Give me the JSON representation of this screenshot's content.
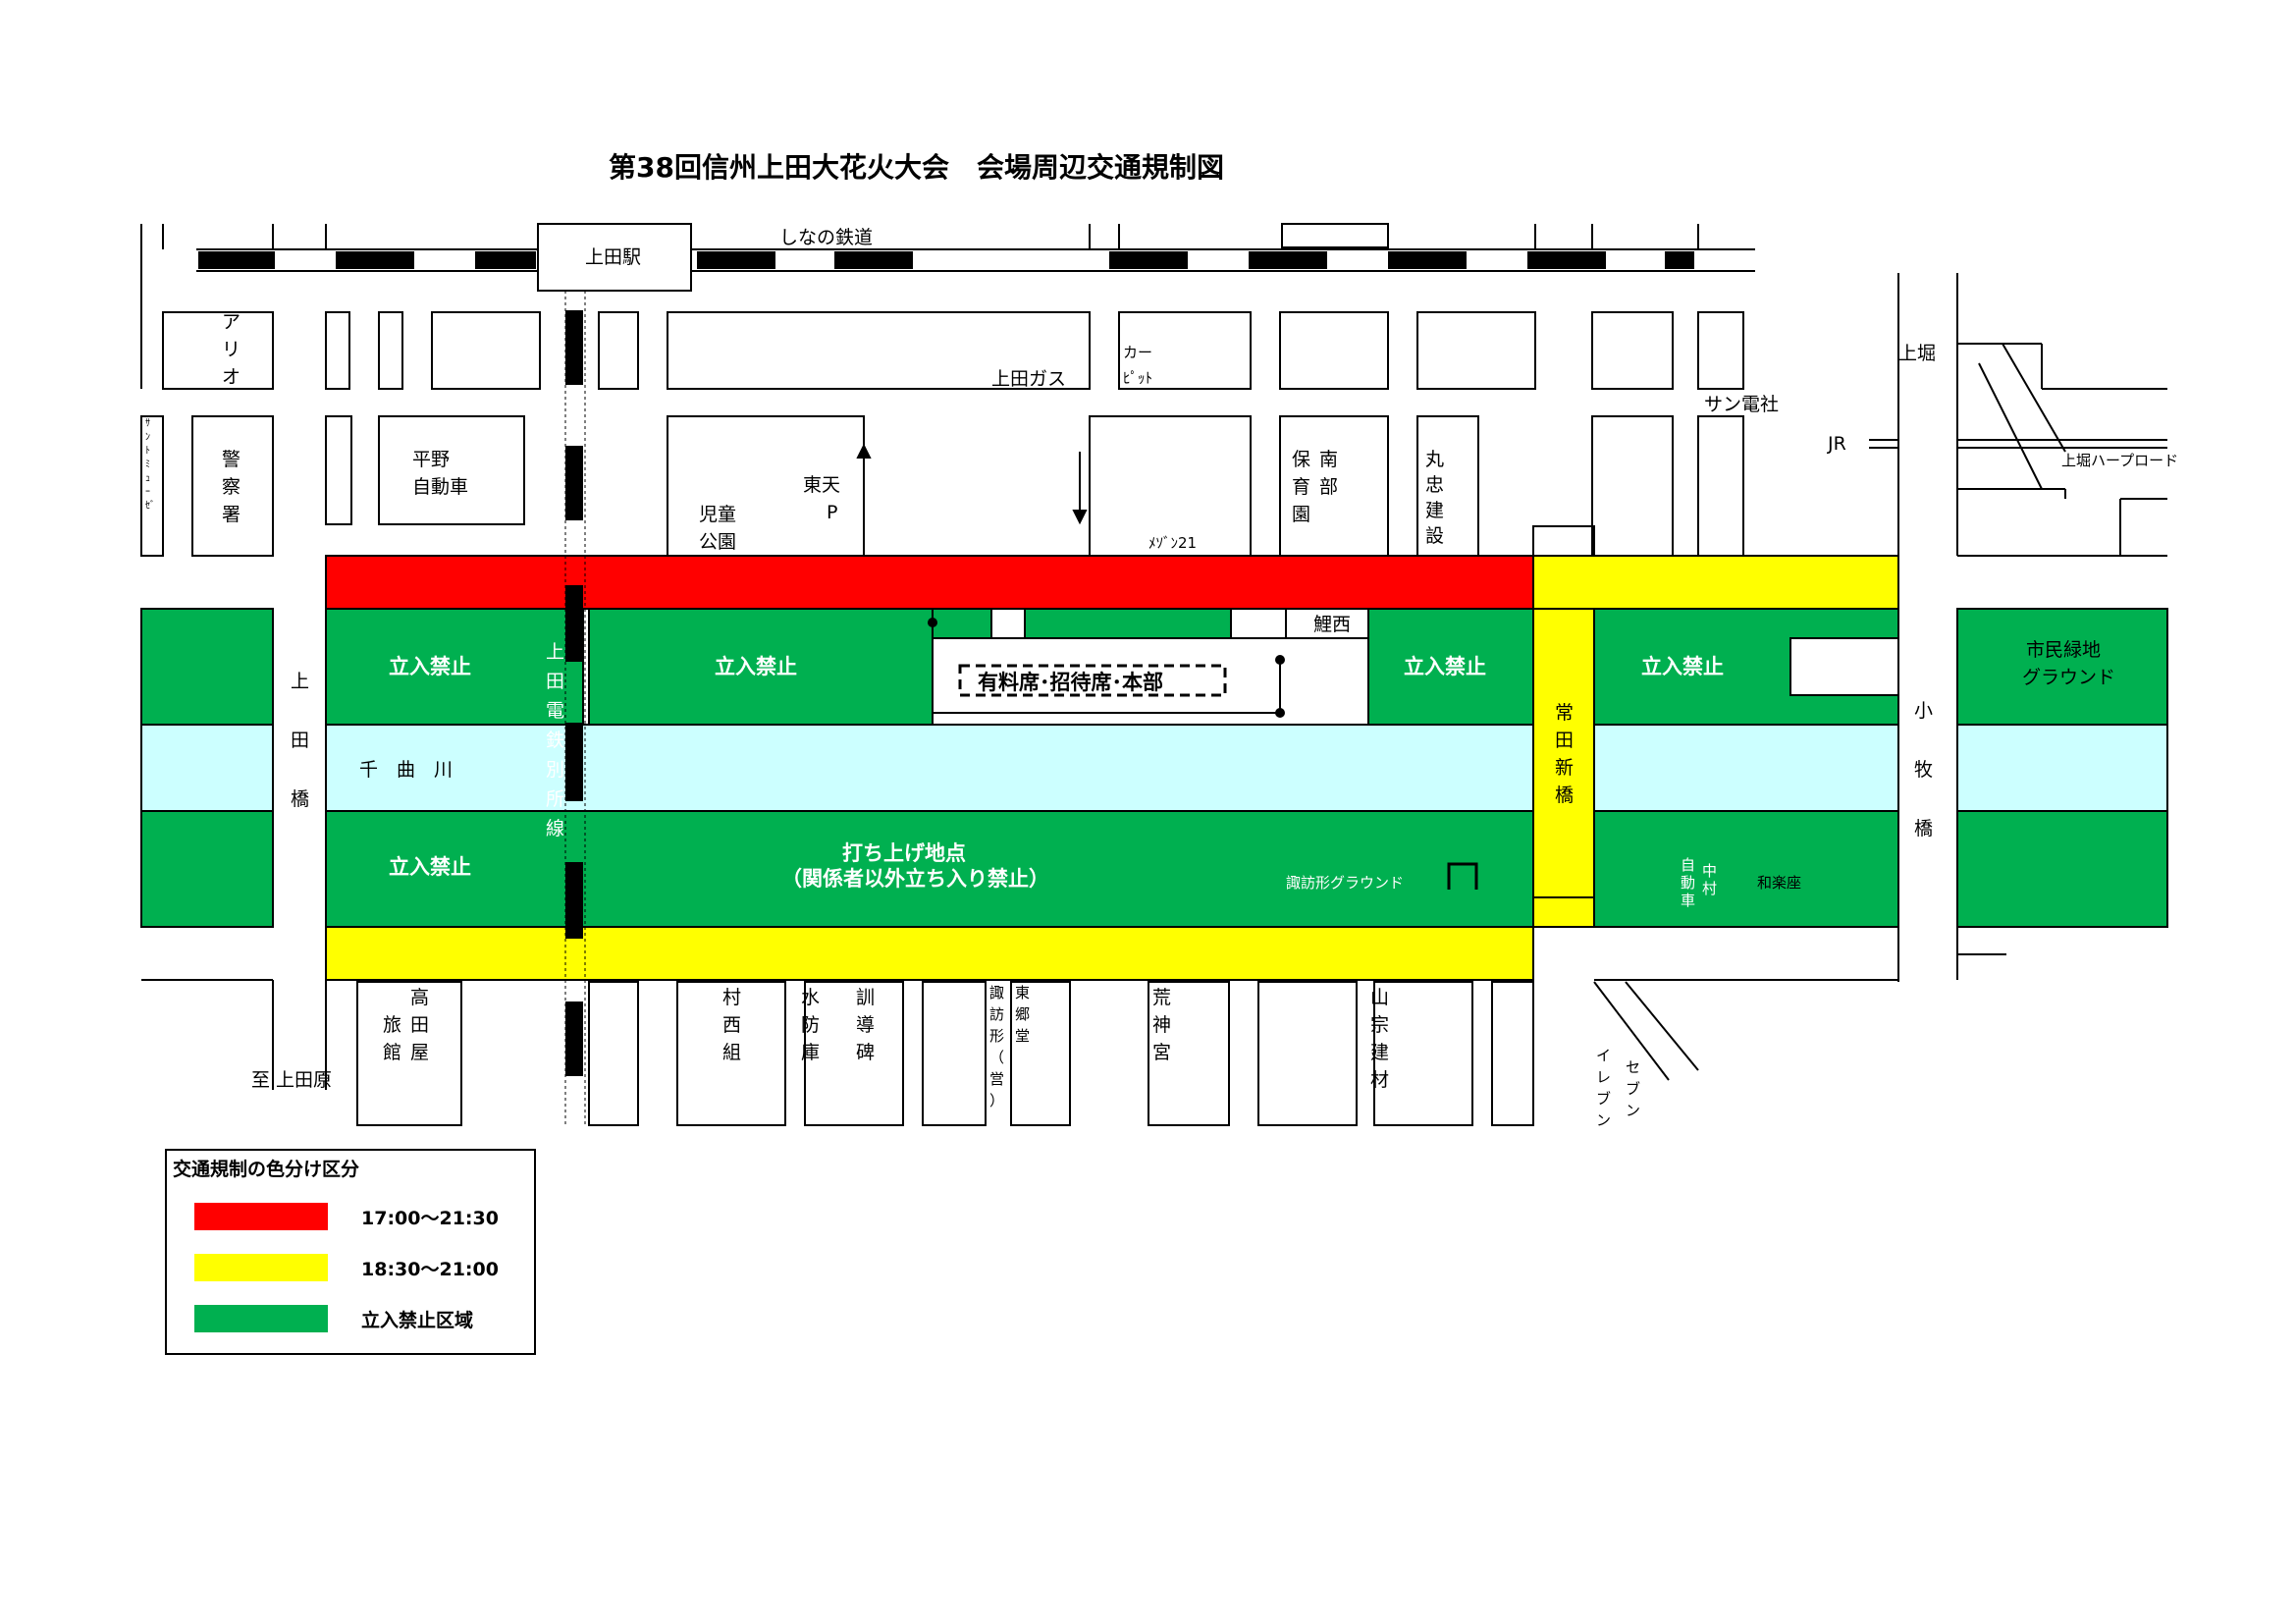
{
  "title": "第38回信州上田大花火大会　会場周辺交通規制図",
  "colors": {
    "red_zone": "#ff0000",
    "yellow_zone": "#ffff00",
    "green_zone": "#00b050",
    "river": "#ccffff",
    "rail": "#000000"
  },
  "labels": {
    "ueda_station": "上田駅",
    "shinano_railway": "しなの鉄道",
    "ario": "アリオ",
    "police": "警察署",
    "sundry_small": "ｻﾝﾄﾐｭｰｾﾞ",
    "hirano": "平野\n自動車",
    "ueda_gas": "上田ガス",
    "car_pit": "カー\nﾋﾟｯﾄ",
    "jido_koen": "児童\n公園",
    "higashi_ten_p": "東天\nP",
    "maison21": "ﾒｿﾞﾝ21",
    "nanbu_hoikuen": "南部\n保育園",
    "maruchu": "丸忠建設",
    "sun_denki": "サン電社",
    "uebori": "上堀",
    "jr": "JR",
    "uebori_harp": "上堀ハープロード",
    "ueda_bridge": "上田橋",
    "ueda_dentetsu": "上田電鉄別所線",
    "chikuma_river": "千　曲　川",
    "koi_nishi": "鯉西",
    "paid_seats": "有料席･招待席･本部",
    "tokiwada_bridge": "常田新橋",
    "komaki_bridge": "小牧橋",
    "shimin_ground": "市民緑地\nグラウンド",
    "launch_point": "打ち上げ地点\n（関係者以外立ち入り禁止）",
    "suwagata_ground": "諏訪形グラウンド",
    "jidosha_nakamura": "自動車",
    "nakamura": "中村",
    "warakuza": "和楽座",
    "no_entry": "立入禁止",
    "takada_ryokan": "高田\n旅館屋",
    "to_uedahara": "至 上田原",
    "murakami_nishigumi": "村西組",
    "suibou_ko": "水防庫",
    "kundou_hi": "訓導碑",
    "suwagata_ei": "諏訪形（営）",
    "higashigo_dou": "東郷堂",
    "arakami_miya": "荒神宮",
    "yamamune_kenzai": "山宗建材",
    "seven_eleven": "セブンイレブン"
  },
  "legend": {
    "title": "交通規制の色分け区分",
    "items": [
      {
        "color": "#ff0000",
        "label": "17:00～21:30"
      },
      {
        "color": "#ffff00",
        "label": "18:30～21:00"
      },
      {
        "color": "#00b050",
        "label": "立入禁止区域"
      }
    ]
  }
}
